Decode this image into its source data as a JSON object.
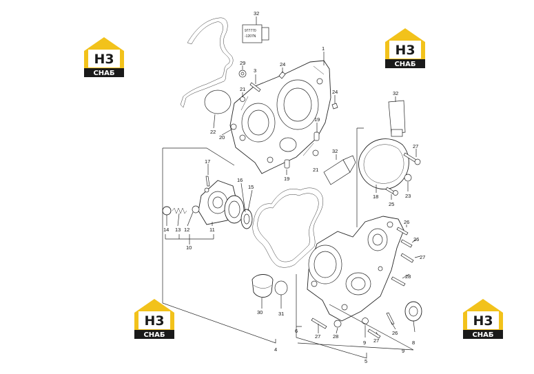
{
  "logo": {
    "mark": "Н3",
    "word": "СНАБ",
    "brand_yellow": "#f2c21b",
    "brand_dark": "#1a1a1a"
  },
  "tube_text": {
    "line1": "977770",
    "line2": "-1207N"
  },
  "callouts": {
    "c1": "1",
    "c3": "3",
    "c4": "4",
    "c5": "5",
    "c6": "6",
    "c8": "8",
    "c9a": "9",
    "c9b": "9",
    "c10": "10",
    "c11": "11",
    "c12": "12",
    "c13": "13",
    "c14": "14",
    "c15": "15",
    "c16": "16",
    "c17": "17",
    "c18": "18",
    "c19a": "19",
    "c19b": "19",
    "c20": "20",
    "c21a": "21",
    "c21b": "21",
    "c22": "22",
    "c23": "23",
    "c24a": "24",
    "c24b": "24",
    "c25": "25",
    "c26a": "26",
    "c26b": "26",
    "c26c": "26",
    "c27a": "27",
    "c27b": "27",
    "c27c": "27",
    "c27d": "27",
    "c28a": "28",
    "c28b": "28",
    "c29": "29",
    "c30": "30",
    "c31": "31",
    "c32a": "32",
    "c32b": "32",
    "c32c": "32"
  }
}
